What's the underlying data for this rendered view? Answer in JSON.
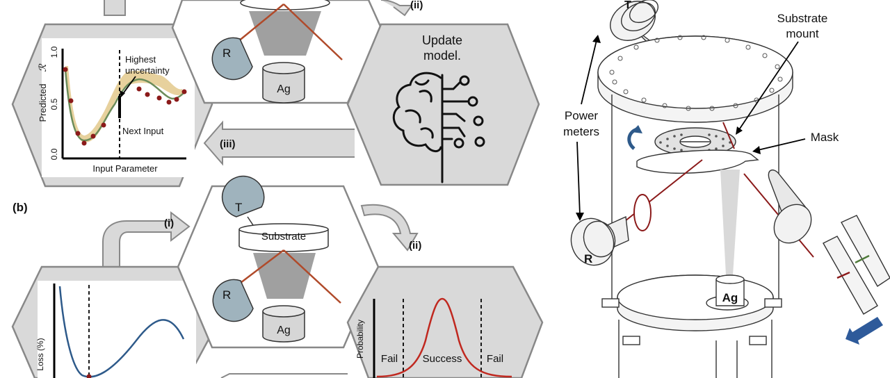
{
  "panel_label_b": "(b)",
  "arrows": {
    "step_ii": "(ii)",
    "step_iii": "(iii)",
    "step_i": "(i)"
  },
  "top_plot": {
    "y_label": "Predicted",
    "y_symbol": "ℛ",
    "y_ticks": [
      "1.0",
      "0.5",
      "0.0"
    ],
    "x_label": "Input Parameter",
    "annotation_line1": "Highest",
    "annotation_line2": "uncertainty",
    "next_input": "Next Input"
  },
  "update_model": {
    "line1": "Update",
    "line2": "model."
  },
  "equipment": {
    "reflect_meter": "R",
    "transmit_meter": "T",
    "source": "Ag",
    "substrate": "Substrate"
  },
  "bottom_loss_plot": {
    "y_label": "Loss (%)"
  },
  "probability_plot": {
    "y_label": "Probability",
    "fail_left": "Fail",
    "success": "Success",
    "fail_right": "Fail"
  },
  "chamber": {
    "t_meter": "T",
    "substrate_mount_line1": "Substrate",
    "substrate_mount_line2": "mount",
    "power_meters_line1": "Power",
    "power_meters_line2": "meters",
    "mask": "Mask",
    "r_meter": "R",
    "source": "Ag"
  }
}
